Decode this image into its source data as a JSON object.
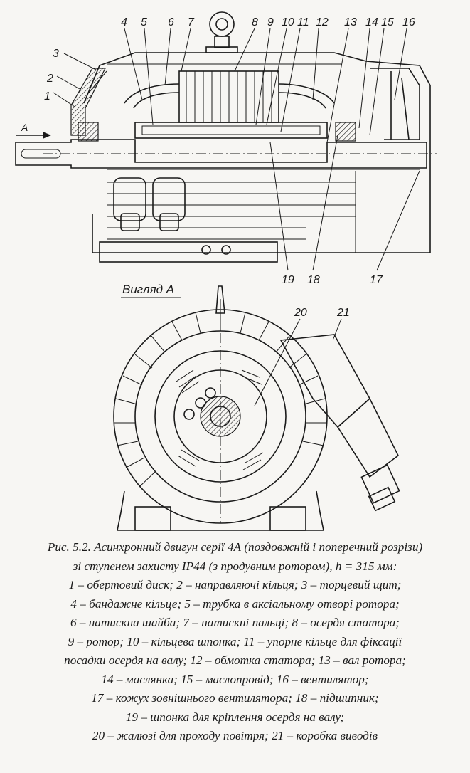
{
  "labels_top": [
    "1",
    "2",
    "3",
    "4",
    "5",
    "6",
    "7",
    "8",
    "9",
    "10",
    "11",
    "12",
    "13",
    "14",
    "15",
    "16"
  ],
  "labels_bottom": [
    "17",
    "18",
    "19"
  ],
  "labels_view": [
    "20",
    "21"
  ],
  "arrow_label": "A",
  "view_label": "Вигляд А",
  "caption": [
    "Рис. 5.2. Асинхронний двигун серії 4А (поздовжній і поперечний розрізи)",
    "зі ступенем захисту IP44 (з продувним ротором), h = 315 мм:",
    "1 – обертовий диск; 2 – направляючі кільця; 3 – торцевий щит;",
    "4 – бандажне кільце; 5 – трубка в аксіальному отворі ротора;",
    "6 – натискна шайба; 7 – натискні пальці; 8 – осердя статора;",
    "9 – ротор; 10 – кільцева шпонка; 11 – упорне кільце для фіксації",
    "посадки осердя на валу; 12 – обмотка статора; 13 – вал ротора;",
    "14 – маслянка; 15 – маслопровід; 16 – вентилятор;",
    "17 – кожух зовнішнього вентилятора; 18 – підшипник;",
    "19 – шпонка для кріплення осердя на валу;",
    "20 – жалюзі для проходу повітря; 21 – коробка виводів"
  ]
}
